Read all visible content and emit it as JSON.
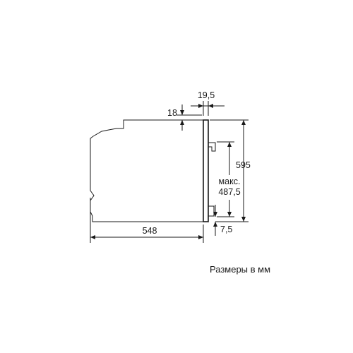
{
  "dimensions": {
    "top_offset": "19,5",
    "panel_offset": "18",
    "height": "595",
    "max_label": "макс.",
    "max_value": "487,5",
    "bottom_offset": "7,5",
    "depth": "548"
  },
  "caption": "Размеры в мм"
}
